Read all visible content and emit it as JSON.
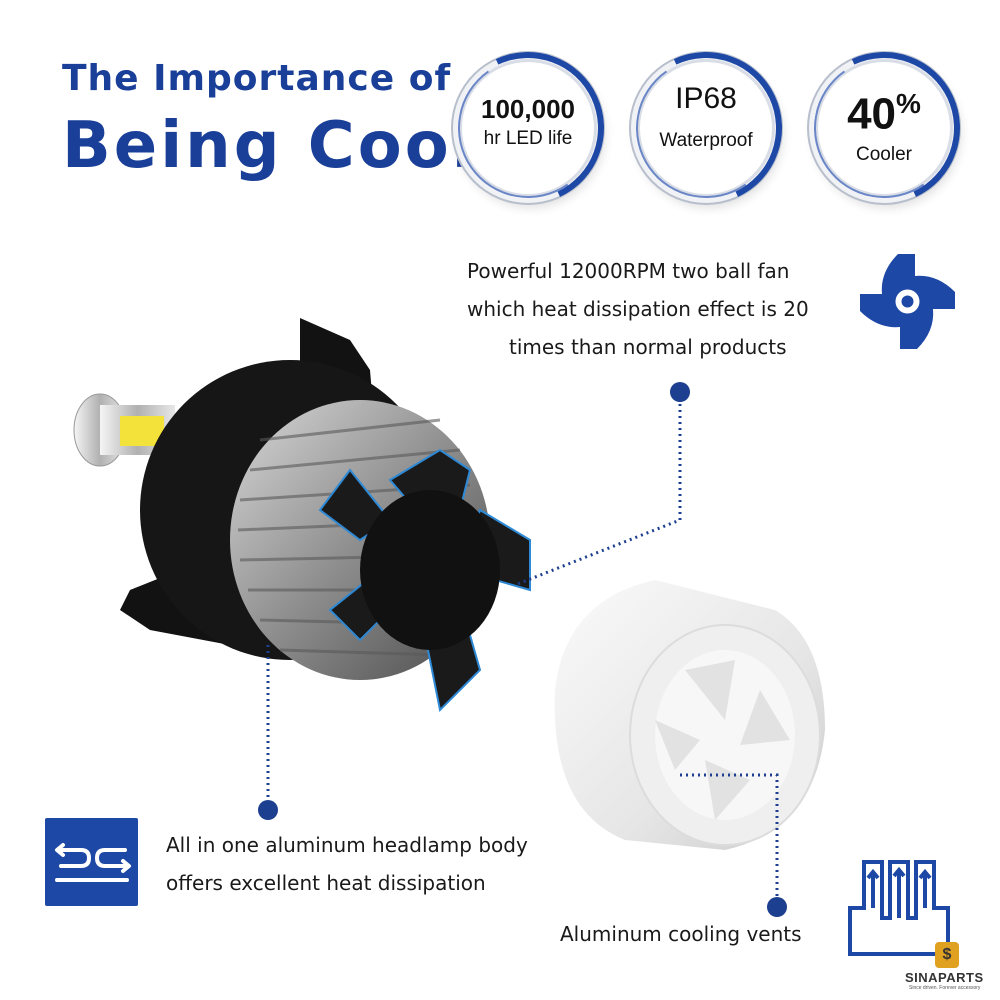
{
  "title": {
    "line1": "The Importance of",
    "line2": "Being Cool"
  },
  "badges": [
    {
      "big": "100,000",
      "small": "hr LED life"
    },
    {
      "big": "IP68",
      "small": "Waterproof"
    },
    {
      "big": "40",
      "sup": "%",
      "small": "Cooler"
    }
  ],
  "features": {
    "fan": {
      "lines": [
        "Powerful 12000RPM two ball fan",
        "which heat dissipation effect is 20",
        "times than normal products"
      ],
      "icon": "fan-icon"
    },
    "body": {
      "lines": [
        "All in one aluminum headlamp body",
        "offers excellent heat dissipation"
      ],
      "icon": "heat-flow-icon"
    },
    "vents": {
      "label": "Aluminum cooling vents",
      "icon": "cooling-vents-icon"
    }
  },
  "logo": {
    "name": "SINAPARTS",
    "tagline": "Since driven. Forever accessory"
  },
  "colors": {
    "brand_blue": "#1a3f99",
    "dot_blue": "#1d3f8f",
    "icon_blue": "#1d48a6"
  }
}
